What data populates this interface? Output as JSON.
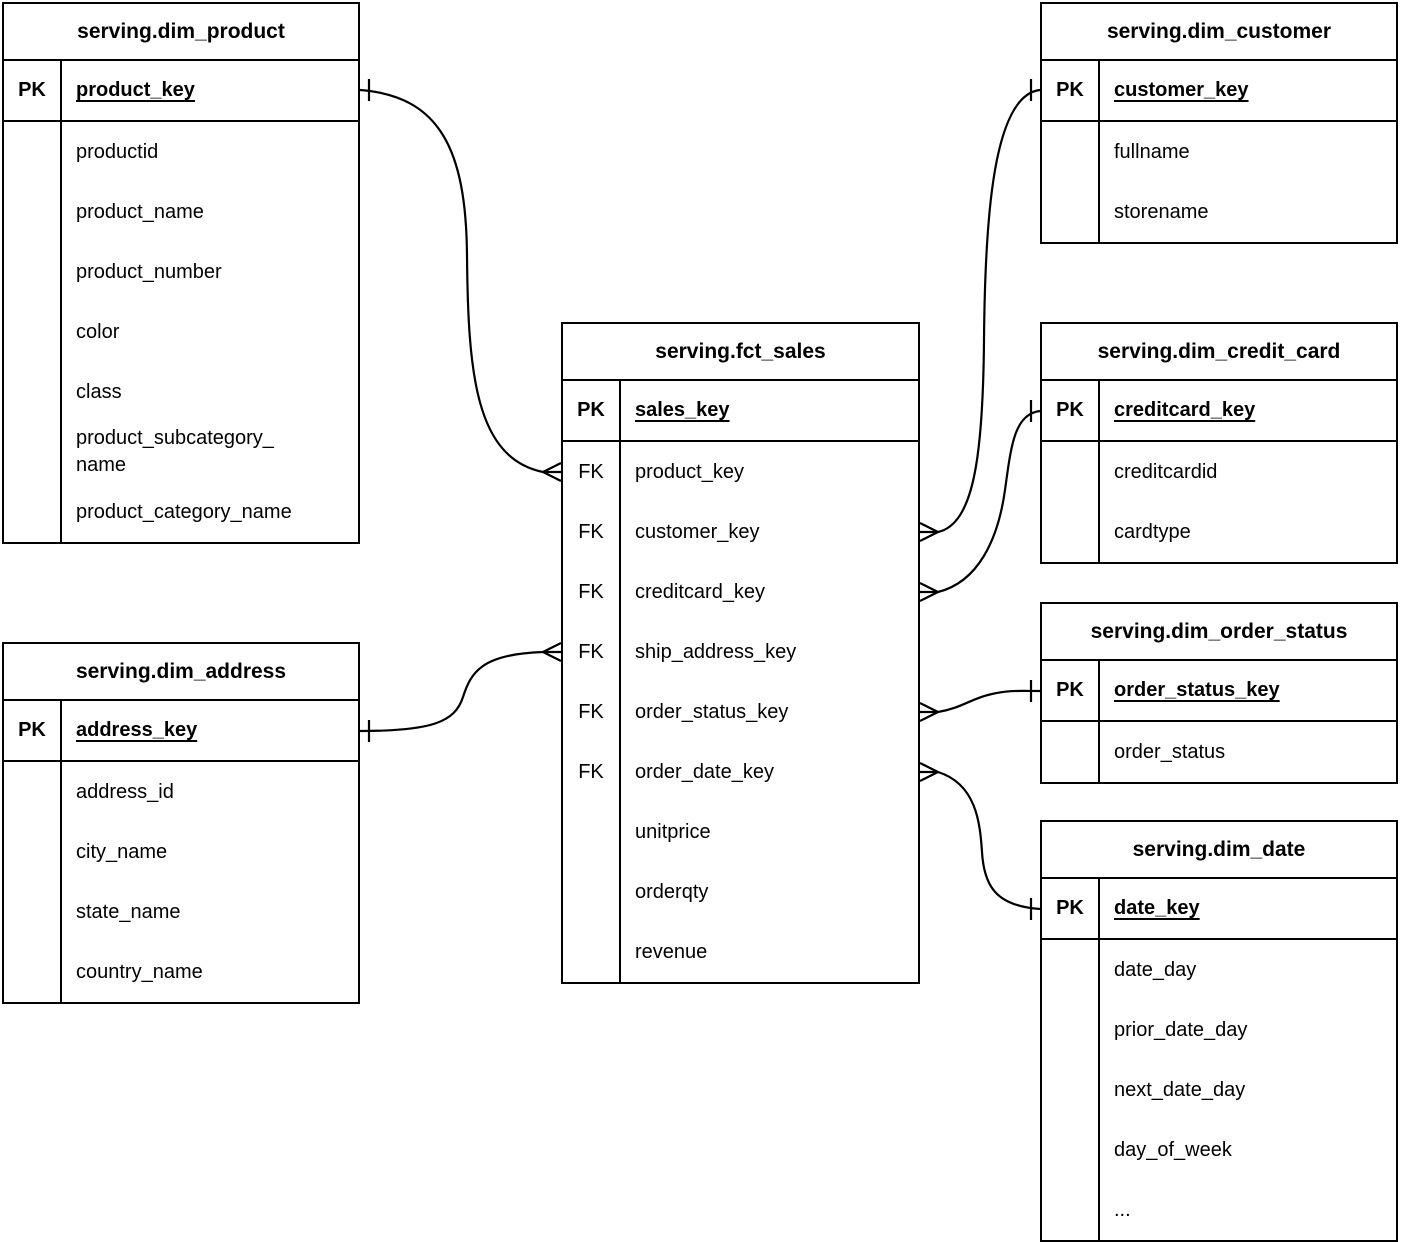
{
  "diagram_type": "entity-relationship-diagram",
  "colors": {
    "line": "#000000",
    "background": "#ffffff",
    "text": "#000000"
  },
  "tables": {
    "dim_product": {
      "title": "serving.dim_product",
      "pk_label": "PK",
      "pk_field": "product_key",
      "fields": [
        "productid",
        "product_name",
        "product_number",
        "color",
        "class",
        "product_subcategory_\nname",
        "product_category_name"
      ]
    },
    "dim_customer": {
      "title": "serving.dim_customer",
      "pk_label": "PK",
      "pk_field": "customer_key",
      "fields": [
        "fullname",
        "storename"
      ]
    },
    "fct_sales": {
      "title": "serving.fct_sales",
      "pk_label": "PK",
      "pk_field": "sales_key",
      "fk_label": "FK",
      "fields": [
        "product_key",
        "customer_key",
        "creditcard_key",
        "ship_address_key",
        "order_status_key",
        "order_date_key",
        "unitprice",
        "orderqty",
        "revenue"
      ]
    },
    "dim_credit_card": {
      "title": "serving.dim_credit_card",
      "pk_label": "PK",
      "pk_field": "creditcard_key",
      "fields": [
        "creditcardid",
        "cardtype"
      ]
    },
    "dim_order_status": {
      "title": "serving.dim_order_status",
      "pk_label": "PK",
      "pk_field": "order_status_key",
      "fields": [
        "order_status"
      ]
    },
    "dim_date": {
      "title": "serving.dim_date",
      "pk_label": "PK",
      "pk_field": "date_key",
      "fields": [
        "date_day",
        "prior_date_day",
        "next_date_day",
        "day_of_week",
        "..."
      ]
    },
    "dim_address": {
      "title": "serving.dim_address",
      "pk_label": "PK",
      "pk_field": "address_key",
      "fields": [
        "address_id",
        "city_name",
        "state_name",
        "country_name"
      ]
    }
  },
  "relationships": [
    {
      "from_table": "serving.fct_sales",
      "from_field": "product_key",
      "to_table": "serving.dim_product",
      "to_field": "product_key",
      "cardinality": "many-to-one"
    },
    {
      "from_table": "serving.fct_sales",
      "from_field": "customer_key",
      "to_table": "serving.dim_customer",
      "to_field": "customer_key",
      "cardinality": "many-to-one"
    },
    {
      "from_table": "serving.fct_sales",
      "from_field": "creditcard_key",
      "to_table": "serving.dim_credit_card",
      "to_field": "creditcard_key",
      "cardinality": "many-to-one"
    },
    {
      "from_table": "serving.fct_sales",
      "from_field": "ship_address_key",
      "to_table": "serving.dim_address",
      "to_field": "address_key",
      "cardinality": "many-to-one"
    },
    {
      "from_table": "serving.fct_sales",
      "from_field": "order_status_key",
      "to_table": "serving.dim_order_status",
      "to_field": "order_status_key",
      "cardinality": "many-to-one"
    },
    {
      "from_table": "serving.fct_sales",
      "from_field": "order_date_key",
      "to_table": "serving.dim_date",
      "to_field": "date_key",
      "cardinality": "many-to-one"
    }
  ]
}
